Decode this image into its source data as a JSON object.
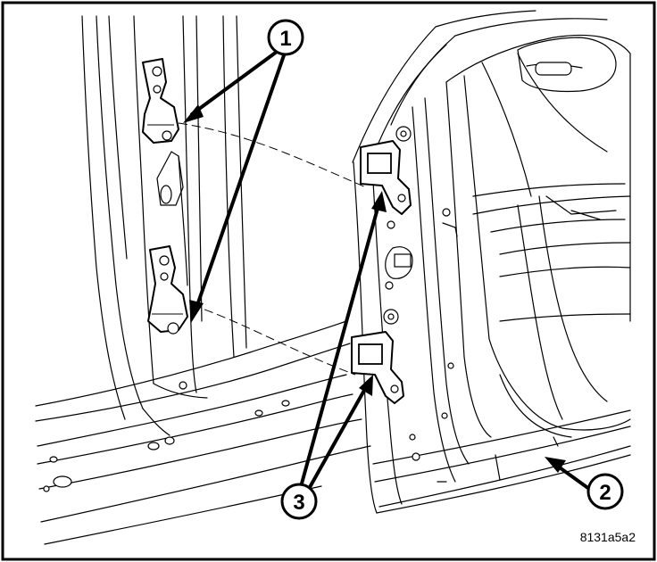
{
  "callouts": [
    {
      "id": "callout-1",
      "label": "1"
    },
    {
      "id": "callout-2",
      "label": "2"
    },
    {
      "id": "callout-3",
      "label": "3"
    }
  ],
  "figure_id": "8131a5a2",
  "colors": {
    "ink": "#000000",
    "paper": "#ffffff"
  }
}
